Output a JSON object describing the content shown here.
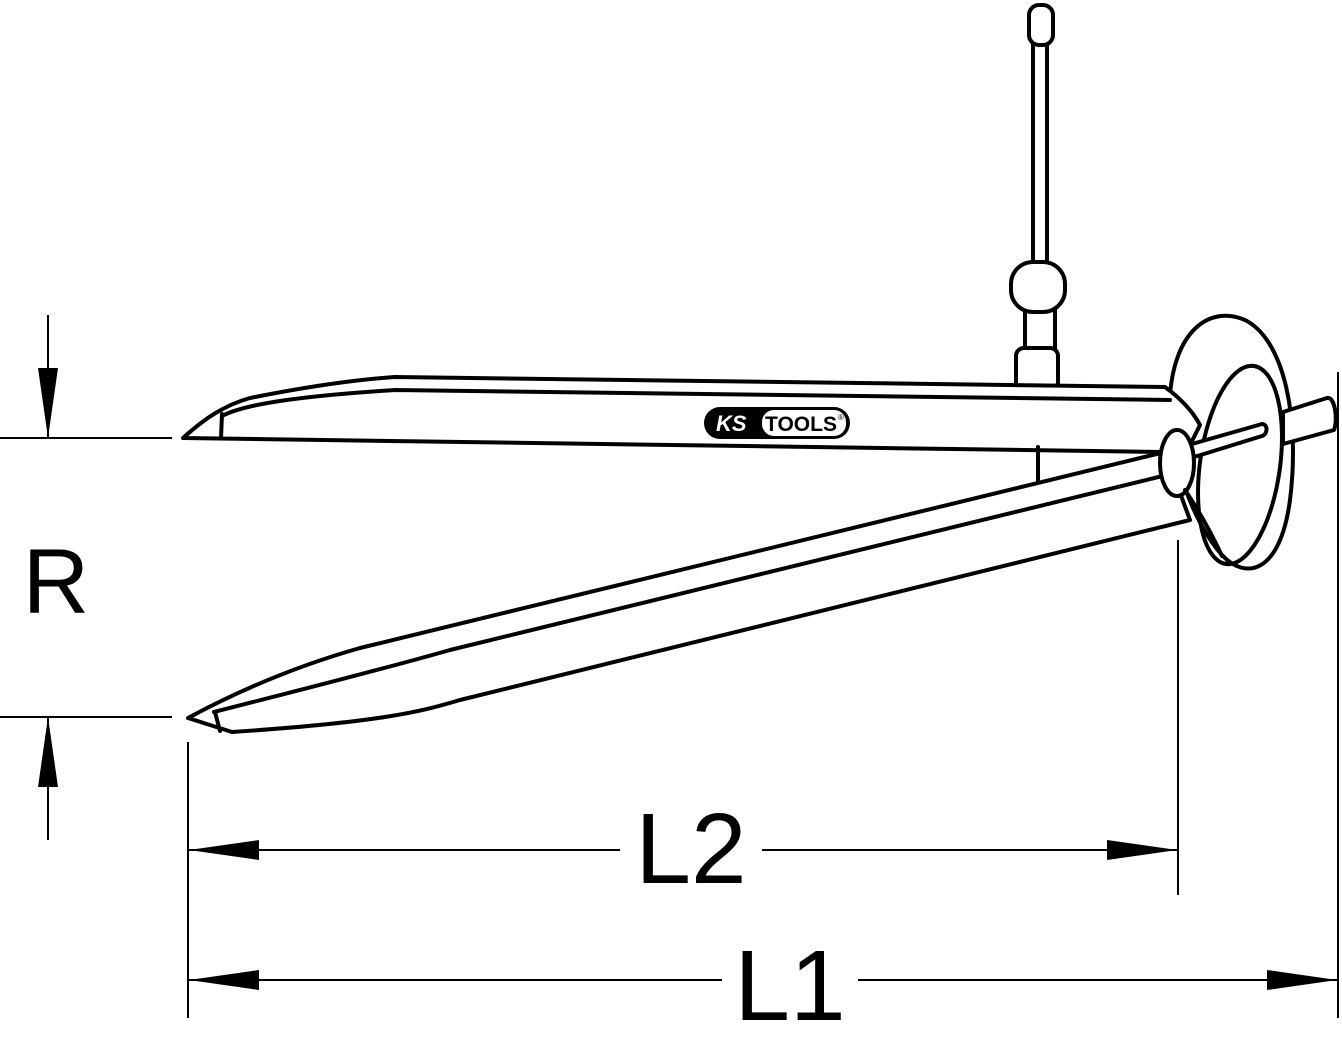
{
  "diagram": {
    "dimensions": {
      "radius_label": "R",
      "inner_length_label": "L2",
      "overall_length_label": "L1"
    },
    "logo": {
      "brand_left": "KS",
      "brand_right": "TOOLS",
      "registered_mark": "®"
    },
    "colors": {
      "line": "#000000",
      "background": "#ffffff"
    }
  }
}
